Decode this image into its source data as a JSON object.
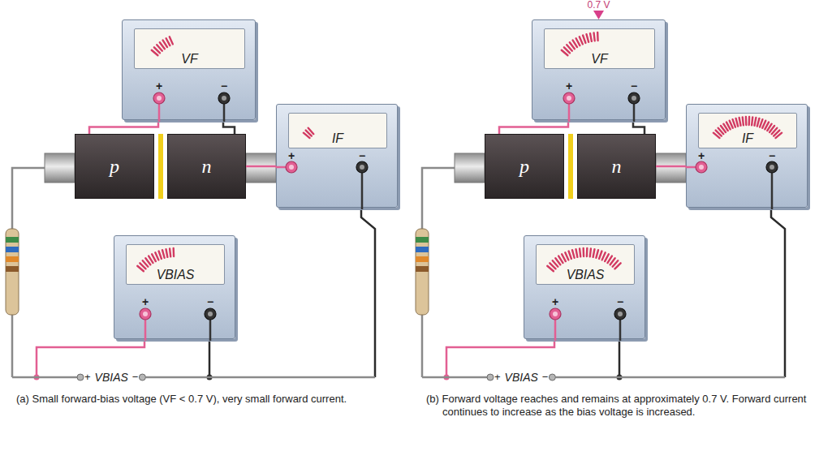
{
  "diagram": {
    "nodes": [
      {
        "text": [
          "VF",
          "+",
          "−"
        ]
      },
      {
        "text": [
          "p"
        ]
      },
      {
        "text": [
          "n"
        ]
      },
      {
        "text": [
          "IF",
          "+",
          "−"
        ]
      },
      {
        "text": [
          "VBIAS",
          "+",
          "−"
        ]
      },
      {
        "text": [
          "VF",
          "+",
          "−"
        ]
      },
      {
        "text": [
          "p"
        ]
      },
      {
        "text": [
          "n"
        ]
      },
      {
        "text": [
          "IF",
          "+",
          "−"
        ]
      },
      {
        "text": [
          "VBIAS",
          "+",
          "−"
        ]
      }
    ],
    "edges": [
      {
        "from": 0,
        "to": 1,
        "arrow": "none"
      },
      {
        "from": 0,
        "to": 2,
        "arrow": "none"
      },
      {
        "from": 2,
        "to": 3,
        "arrow": "none"
      },
      {
        "from": 5,
        "to": 6,
        "arrow": "none"
      },
      {
        "from": 5,
        "to": 7,
        "arrow": "none"
      },
      {
        "from": 7,
        "to": 8,
        "arrow": "none"
      }
    ],
    "labels": [
      "+",
      "VBIAS",
      "−",
      "(a) Small forward-bias voltage (VF < 0.7 V), very small forward current.",
      "0.7 V",
      "+",
      "VBIAS",
      "−",
      "(b) Forward voltage reaches and remains at approximately 0.7 V. Forward current continues to increase as the bias voltage is increased."
    ]
  }
}
